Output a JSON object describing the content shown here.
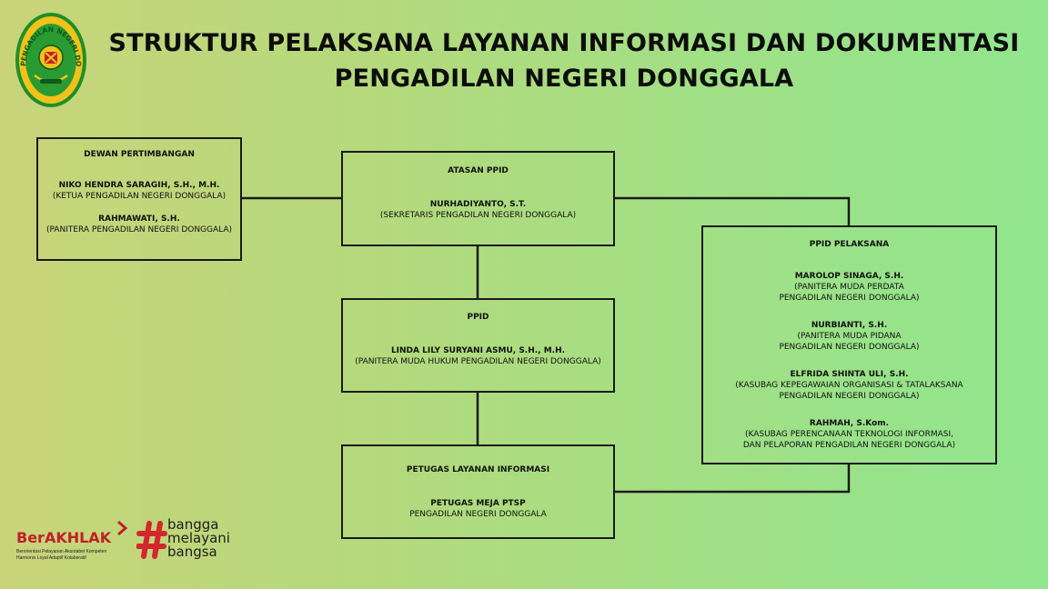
{
  "title": {
    "line1": "STRUKTUR PELAKSANA LAYANAN INFORMASI DAN DOKUMENTASI",
    "line2": "PENGADILAN NEGERI DONGGALA"
  },
  "logo": {
    "ring_text": "PENGADILAN NEGERI DONGGALA",
    "colors": {
      "outer": "#1f8f2a",
      "ring": "#f2c21a",
      "inner": "#2a9b32"
    }
  },
  "boxes": {
    "dewan": {
      "heading": "DEWAN PERTIMBANGAN",
      "members": [
        {
          "name": "NIKO HENDRA SARAGIH, S.H., M.H.",
          "role": "(KETUA PENGADILAN NEGERI DONGGALA)"
        },
        {
          "name": "RAHMAWATI, S.H.",
          "role": "(PANITERA PENGADILAN NEGERI DONGGALA)"
        }
      ]
    },
    "atasan": {
      "heading": "ATASAN PPID",
      "name": "NURHADIYANTO, S.T.",
      "role": "(SEKRETARIS PENGADILAN NEGERI DONGGALA)"
    },
    "ppid": {
      "heading": "PPID",
      "name": "LINDA LILY SURYANI ASMU, S.H., M.H.",
      "role": "(PANITERA MUDA HUKUM PENGADILAN NEGERI DONGGALA)"
    },
    "petugas": {
      "heading": "PETUGAS LAYANAN INFORMASI",
      "name": "PETUGAS MEJA PTSP",
      "role": "PENGADILAN NEGERI DONGGALA"
    },
    "pelaksana": {
      "heading": "PPID PELAKSANA",
      "members": [
        {
          "name": "MAROLOP SINAGA, S.H.",
          "role1": "(PANITERA MUDA PERDATA",
          "role2": "PENGADILAN NEGERI DONGGALA)"
        },
        {
          "name": "NURBIANTI, S.H.",
          "role1": "(PANITERA MUDA PIDANA",
          "role2": "PENGADILAN NEGERI DONGGALA)"
        },
        {
          "name": "ELFRIDA SHINTA ULI, S.H.",
          "role1": "(KASUBAG KEPEGAWAIAN ORGANISASI & TATALAKSANA",
          "role2": "PENGADILAN NEGERI DONGGALA)"
        },
        {
          "name": "RAHMAH, S.Kom.",
          "role1": "(KASUBAG PERENCANAAN TEKNOLOGI INFORMASI,",
          "role2": "DAN PELAPORAN PENGADILAN NEGERI DONGGALA)"
        }
      ]
    }
  },
  "berakhlak": {
    "title": "BerAKHLAK",
    "sub1": "Berorientasi Pelayanan Akuntabel Kompeten",
    "sub2": "Harmonis Loyal Adaptif Kolaboratif",
    "color": "#c0202a"
  },
  "bangga": {
    "w1": "bangga",
    "w2": "melayani",
    "w3": "bangsa",
    "hash_color": "#d4262e"
  }
}
